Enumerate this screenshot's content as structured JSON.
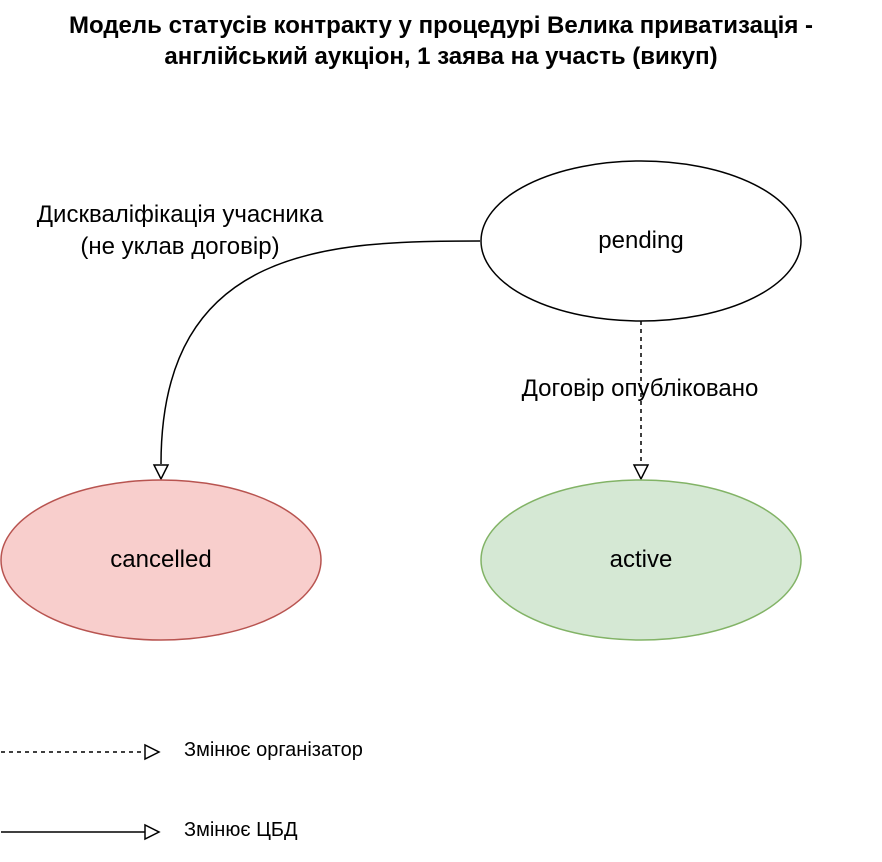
{
  "title": {
    "line1": "Модель статусів контракту у процедурі Велика приватизація -",
    "line2": "англійський аукціон, 1 заява на участь (викуп)"
  },
  "states": {
    "pending": {
      "label": "pending",
      "fill": "#ffffff",
      "stroke": "#000000"
    },
    "cancelled": {
      "label": "cancelled",
      "fill": "#f8cecc",
      "stroke": "#b85450"
    },
    "active": {
      "label": "active",
      "fill": "#d5e8d4",
      "stroke": "#82b366"
    }
  },
  "transitions": {
    "pending_to_cancelled": {
      "line1": "Дискваліфікація учасника",
      "line2": "(не уклав договір)",
      "style": "solid"
    },
    "pending_to_active": {
      "label": "Договір опубліковано",
      "style": "dashed"
    }
  },
  "legend": {
    "dashed": "Змінює організатор",
    "solid": "Змінює ЦБД"
  }
}
